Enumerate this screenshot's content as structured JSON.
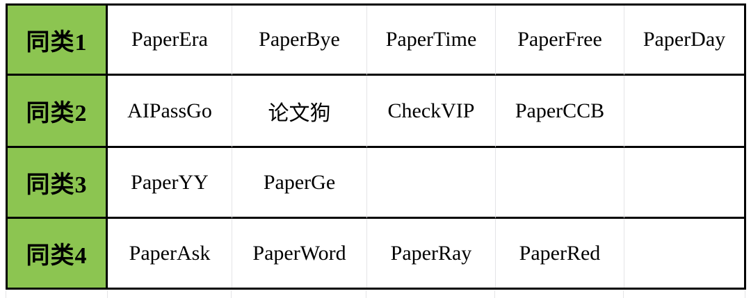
{
  "table": {
    "rows": [
      {
        "label": "同类1",
        "items": [
          "PaperEra",
          "PaperBye",
          "PaperTime",
          "PaperFree",
          "PaperDay"
        ]
      },
      {
        "label": "同类2",
        "items": [
          "AIPassGo",
          "论文狗",
          "CheckVIP",
          "PaperCCB",
          ""
        ]
      },
      {
        "label": "同类3",
        "items": [
          "PaperYY",
          "PaperGe",
          "",
          "",
          ""
        ]
      },
      {
        "label": "同类4",
        "items": [
          "PaperAsk",
          "PaperWord",
          "PaperRay",
          "PaperRed",
          ""
        ]
      }
    ],
    "colors": {
      "label_background": "#8CC551",
      "border": "#000000",
      "gridline": "#E4E4E6",
      "text": "#000000",
      "page_background": "#FFFFFF"
    }
  }
}
